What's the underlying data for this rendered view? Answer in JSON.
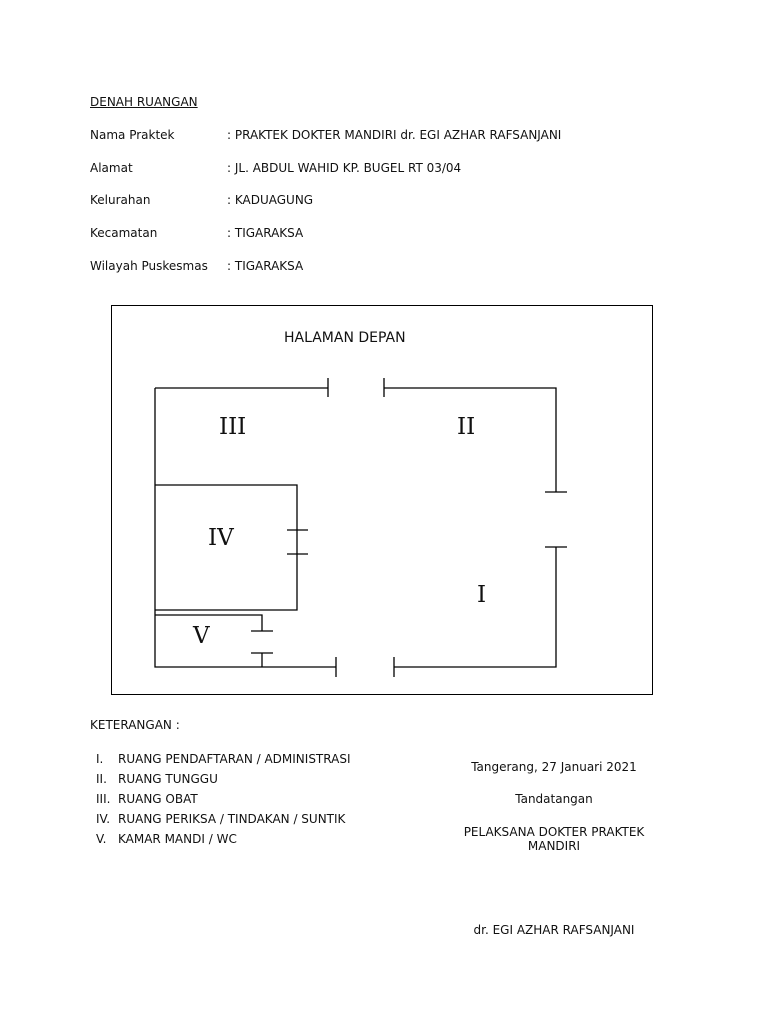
{
  "header": {
    "title": "DENAH RUANGAN",
    "rows": [
      {
        "label": "Nama Praktek",
        "value": ": PRAKTEK DOKTER MANDIRI dr. EGI AZHAR RAFSANJANI"
      },
      {
        "label": "Alamat",
        "value": ": JL. ABDUL WAHID KP. BUGEL RT 03/04"
      },
      {
        "label": "Kelurahan",
        "value": ": KADUAGUNG"
      },
      {
        "label": "Kecamatan",
        "value": ": TIGARAKSA"
      },
      {
        "label": "Wilayah Puskesmas",
        "value": ": TIGARAKSA"
      }
    ]
  },
  "plan": {
    "halaman": "HALAMAN DEPAN",
    "rooms": {
      "r1": "I",
      "r2": "II",
      "r3": "III",
      "r4": "IV",
      "r5": "V"
    }
  },
  "legend": {
    "title": "KETERANGAN :",
    "items": [
      {
        "num": "I.",
        "text": "RUANG PENDAFTARAN / ADMINISTRASI"
      },
      {
        "num": "II.",
        "text": "RUANG TUNGGU"
      },
      {
        "num": "III.",
        "text": "RUANG OBAT"
      },
      {
        "num": "IV.",
        "text": "RUANG PERIKSA / TINDAKAN / SUNTIK"
      },
      {
        "num": "V.",
        "text": "KAMAR MANDI / WC"
      }
    ]
  },
  "signature": {
    "place_date": "Tangerang, 27 Januari 2021",
    "tandatangan": "Tandatangan",
    "role": "PELAKSANA DOKTER PRAKTEK MANDIRI",
    "name": "dr. EGI AZHAR RAFSANJANI"
  }
}
